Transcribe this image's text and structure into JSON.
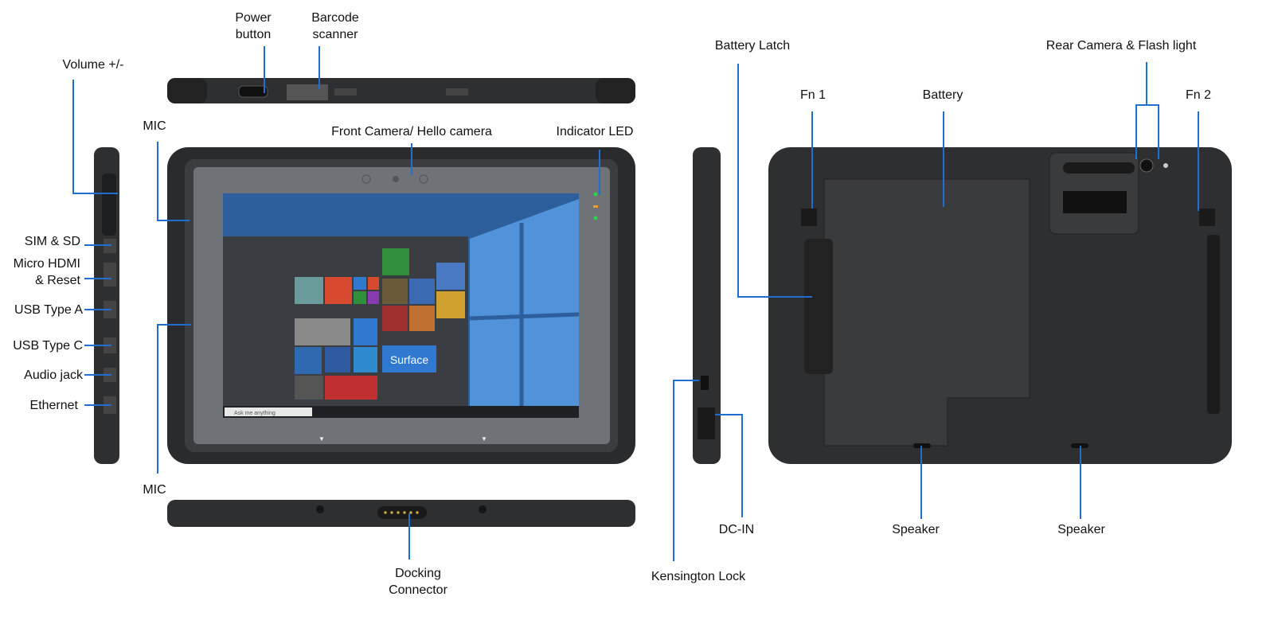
{
  "colors": {
    "leader": "#1f6fd0",
    "body": "#2e2f31",
    "bezel": "#3a3b3d",
    "screen": "#6f7276",
    "wallpaper": "#2d5f9c",
    "led_green": "#2fd04a",
    "led_orange": "#f0a020"
  },
  "labels": {
    "power_button": [
      "Power",
      "button"
    ],
    "barcode_scanner": [
      "Barcode",
      "scanner"
    ],
    "volume": "Volume +/-",
    "mic_top": "MIC",
    "front_camera": "Front Camera/ Hello camera",
    "indicator_led": "Indicator LED",
    "sim_sd": "SIM & SD",
    "micro_hdmi": [
      "Micro HDMI",
      "& Reset"
    ],
    "usb_a": "USB Type A",
    "usb_c": "USB Type C",
    "audio_jack": "Audio jack",
    "ethernet": "Ethernet",
    "mic_bottom": "MIC",
    "docking": [
      "Docking",
      "Connector"
    ],
    "battery_latch": "Battery Latch",
    "fn1": "Fn 1",
    "battery": "Battery",
    "rear_camera": "Rear Camera & Flash light",
    "fn2": "Fn 2",
    "kensington": "Kensington Lock",
    "dc_in": "DC-IN",
    "speaker_left": "Speaker",
    "speaker_right": "Speaker"
  },
  "screen": {
    "surface_tile": "Surface",
    "search_placeholder": "Ask me anything"
  }
}
